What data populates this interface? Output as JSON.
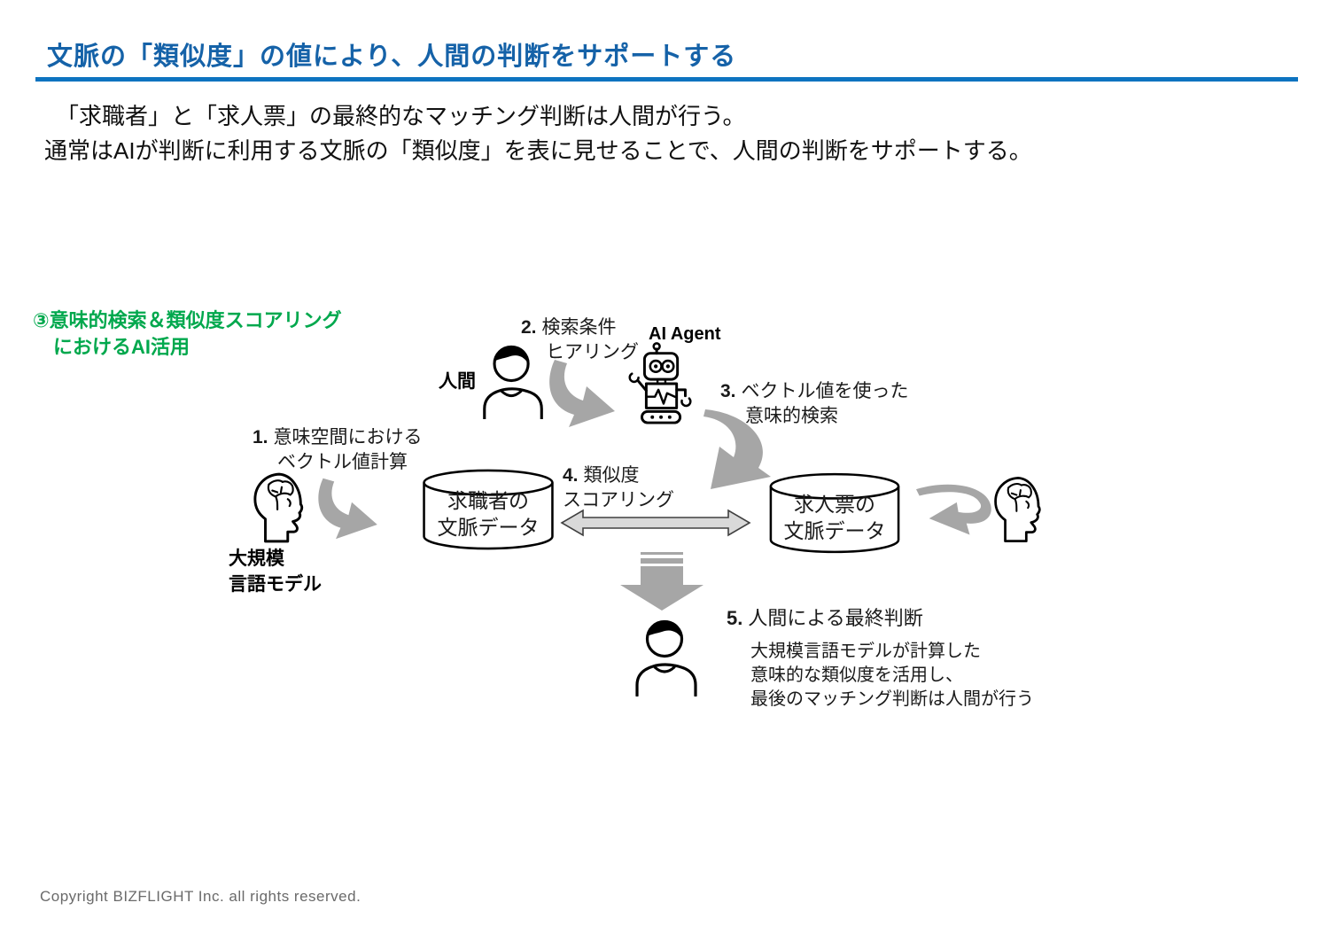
{
  "slide": {
    "title": "文脈の「類似度」の値により、人間の判断をサポートする",
    "body_line1": "「求職者」と「求人票」の最終的なマッチング判断は人間が行う。",
    "body_line2": "通常はAIが判断に利用する文脈の「類似度」を表に見せることで、人間の判断をサポートする。",
    "footer": "Copyright BIZFLIGHT Inc. all rights reserved."
  },
  "diagram": {
    "section_label_line1": "③意味的検索＆類似度スコアリング",
    "section_label_line2": "におけるAI活用",
    "actors": {
      "human_top": "人間",
      "ai_agent": "AI Agent",
      "llm_line1": "大規模",
      "llm_line2": "言語モデル"
    },
    "steps": [
      {
        "num": "1.",
        "line1": "意味空間における",
        "line2": "ベクトル値計算"
      },
      {
        "num": "2.",
        "line1": "検索条件",
        "line2": "ヒアリング"
      },
      {
        "num": "3.",
        "line1": "ベクトル値を使った",
        "line2": "意味的検索"
      },
      {
        "num": "4.",
        "line1": "類似度",
        "line2": "スコアリング"
      },
      {
        "num": "5.",
        "line1": "人間による最終判断",
        "line2": ""
      }
    ],
    "cylinders": {
      "left_line1": "求職者の",
      "left_line2": "文脈データ",
      "right_line1": "求人票の",
      "right_line2": "文脈データ"
    },
    "step5_note_line1": "大規模言語モデルが計算した",
    "step5_note_line2": "意味的な類似度を活用し、",
    "step5_note_line3": "最後のマッチング判断は人間が行う"
  },
  "colors": {
    "title_blue": "#1562a8",
    "rule_blue": "#0d73c0",
    "accent_green": "#00a84d",
    "arrow_gray": "#a6a6a6",
    "double_arrow_fill": "#d9d9d9",
    "double_arrow_stroke": "#404040",
    "footer_gray": "#6a6a6a"
  }
}
